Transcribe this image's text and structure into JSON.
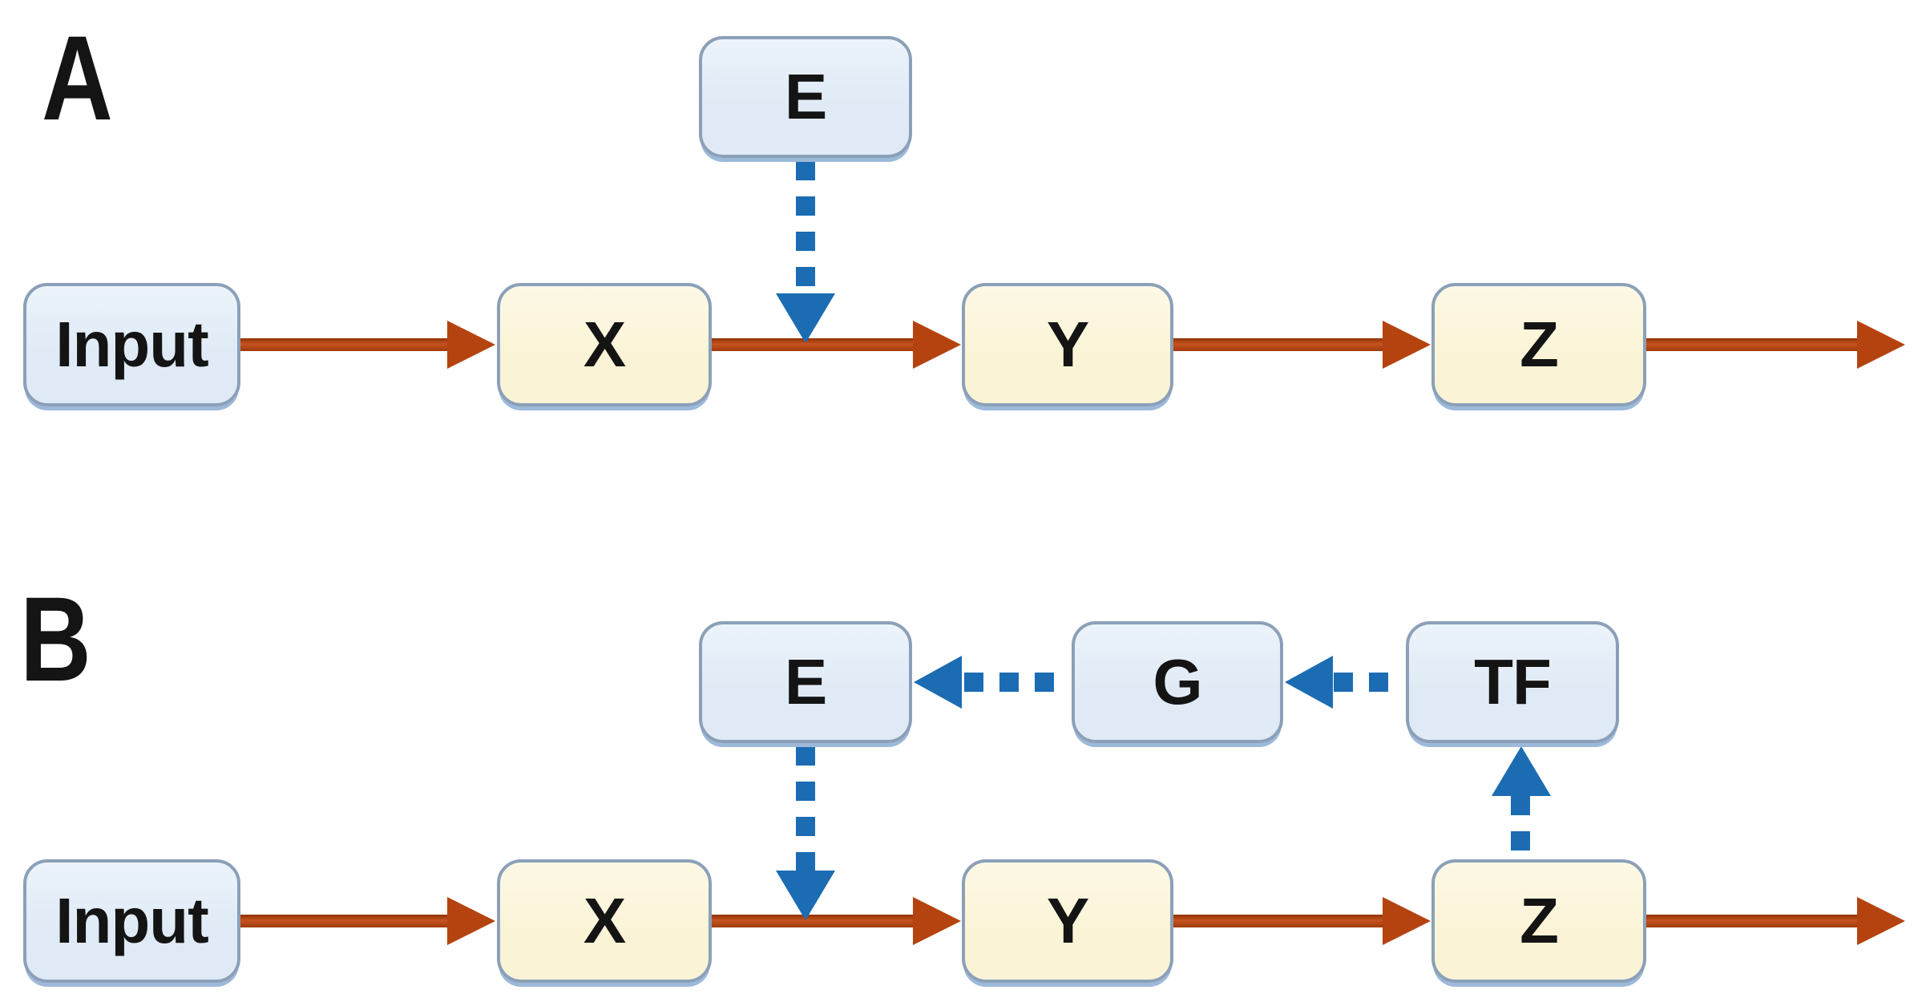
{
  "figure": {
    "type": "pathway-diagram",
    "background": "#ffffff",
    "colors": {
      "node_fill_blue": "#dfeaf6",
      "node_fill_yellow": "#faf3d6",
      "node_border": "#8ba0b8",
      "solid_arrow_red": "#b5430f",
      "dashed_arrow_blue": "#1b6cb3",
      "text": "#141414"
    },
    "panels": [
      {
        "label": "A",
        "nodes": [
          {
            "label": "Input",
            "kind": "blue"
          },
          {
            "label": "X",
            "kind": "yellow"
          },
          {
            "label": "Y",
            "kind": "yellow"
          },
          {
            "label": "Z",
            "kind": "yellow"
          },
          {
            "label": "E",
            "kind": "blue"
          }
        ],
        "edges": [
          {
            "from": "Input",
            "to": "X",
            "style": "solid-red"
          },
          {
            "from": "X",
            "to": "Y",
            "style": "solid-red"
          },
          {
            "from": "Y",
            "to": "Z",
            "style": "solid-red"
          },
          {
            "from": "Z",
            "to": "output-right",
            "style": "solid-red"
          },
          {
            "from": "E",
            "to": "X-to-Y-arrow",
            "style": "dashed-blue"
          }
        ]
      },
      {
        "label": "B",
        "nodes": [
          {
            "label": "Input",
            "kind": "blue"
          },
          {
            "label": "X",
            "kind": "yellow"
          },
          {
            "label": "Y",
            "kind": "yellow"
          },
          {
            "label": "Z",
            "kind": "yellow"
          },
          {
            "label": "E",
            "kind": "blue"
          },
          {
            "label": "G",
            "kind": "blue"
          },
          {
            "label": "TF",
            "kind": "blue"
          }
        ],
        "edges": [
          {
            "from": "Input",
            "to": "X",
            "style": "solid-red"
          },
          {
            "from": "X",
            "to": "Y",
            "style": "solid-red"
          },
          {
            "from": "Y",
            "to": "Z",
            "style": "solid-red"
          },
          {
            "from": "Z",
            "to": "output-right",
            "style": "solid-red"
          },
          {
            "from": "E",
            "to": "X-to-Y-arrow",
            "style": "dashed-blue"
          },
          {
            "from": "G",
            "to": "E",
            "style": "dashed-blue"
          },
          {
            "from": "TF",
            "to": "G",
            "style": "dashed-blue"
          },
          {
            "from": "Z",
            "to": "TF",
            "style": "dashed-blue"
          }
        ]
      }
    ]
  }
}
